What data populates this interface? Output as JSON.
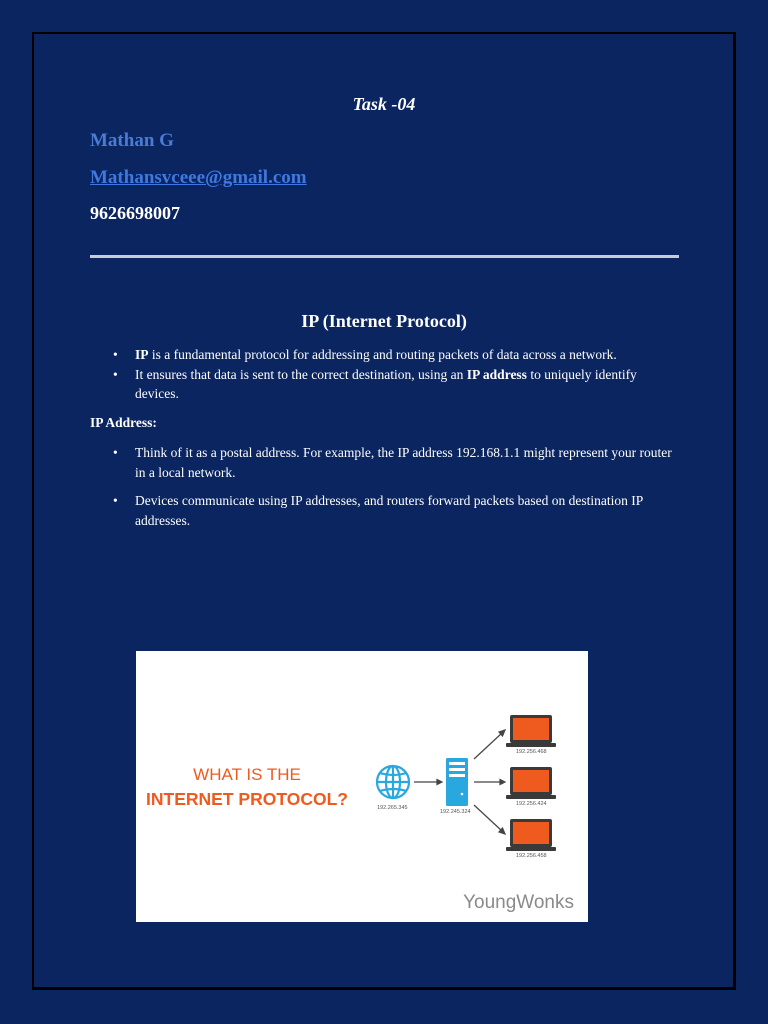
{
  "header": {
    "task": "Task -04",
    "name": "Mathan G",
    "email": "Mathansvceee@gmail.com",
    "phone": "9626698007"
  },
  "section": {
    "title": "IP (Internet Protocol)",
    "points": [
      {
        "bold": "IP",
        "text": " is a fundamental protocol for addressing and routing packets of data across a network."
      },
      {
        "pre": "It ensures that data is sent to the correct destination, using an ",
        "bold": "IP address",
        "post": " to uniquely identify devices."
      }
    ]
  },
  "ip_address": {
    "heading": "IP Address:",
    "points": [
      "Think of it as a postal address. For example, the IP address 192.168.1.1 might represent your router in a local network.",
      "Devices communicate using IP addresses, and routers forward packets based on destination IP addresses."
    ]
  },
  "figure": {
    "line1": "WHAT IS THE",
    "line2": "INTERNET PROTOCOL?",
    "globe_ip": "192.265.345",
    "server_ip": "192.245.324",
    "device_ips": [
      "192.256.468",
      "192.256.424",
      "192.256.458"
    ],
    "brand": "YoungWonks",
    "colors": {
      "orange": "#ef5a1f",
      "blue": "#29a8e0",
      "gray": "#555555"
    }
  }
}
